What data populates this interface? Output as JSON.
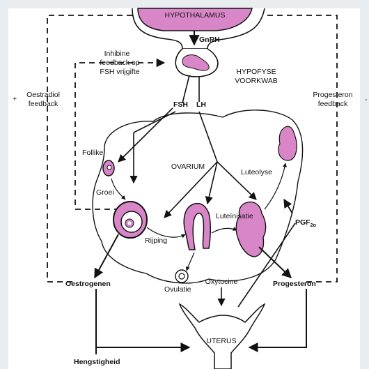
{
  "colors": {
    "pink": "#d986c9",
    "stroke": "#111111",
    "background": "#e9edf0",
    "panel": "#ffffff"
  },
  "labels": {
    "hypothalamus": "HYPOTHALAMUS",
    "gnrh": "GnRH",
    "inhibine_1": "Inhibine",
    "inhibine_2": "feedback op",
    "inhibine_3": "FSH vrijgifte",
    "hypofyse_1": "HYPOFYSE",
    "hypofyse_2": "VOORKWAB",
    "oestradiol_sign": "+",
    "oestradiol_1": "Oestradiol",
    "oestradiol_2": "feedback",
    "progesteron_fb_1": "Progesteron",
    "progesteron_fb_2": "feedback",
    "progesteron_sign": "-",
    "fsh": "FSH",
    "lh": "LH",
    "follikel": "Follikel",
    "ovarium": "OVARIUM",
    "luteolyse": "Luteolyse",
    "groei": "Groei",
    "luteinisatie": "Luteïnisatie",
    "pgf": "PGF",
    "pgf_sub": "2α",
    "rijping": "Rijping",
    "oestrogenen": "Oestrogenen",
    "ovulatie": "Ovulatie",
    "oxytocine": "Oxytocine",
    "progesteron": "Progesteron",
    "uterus": "UTERUS",
    "hengstigheid": "Hengstigheid"
  }
}
